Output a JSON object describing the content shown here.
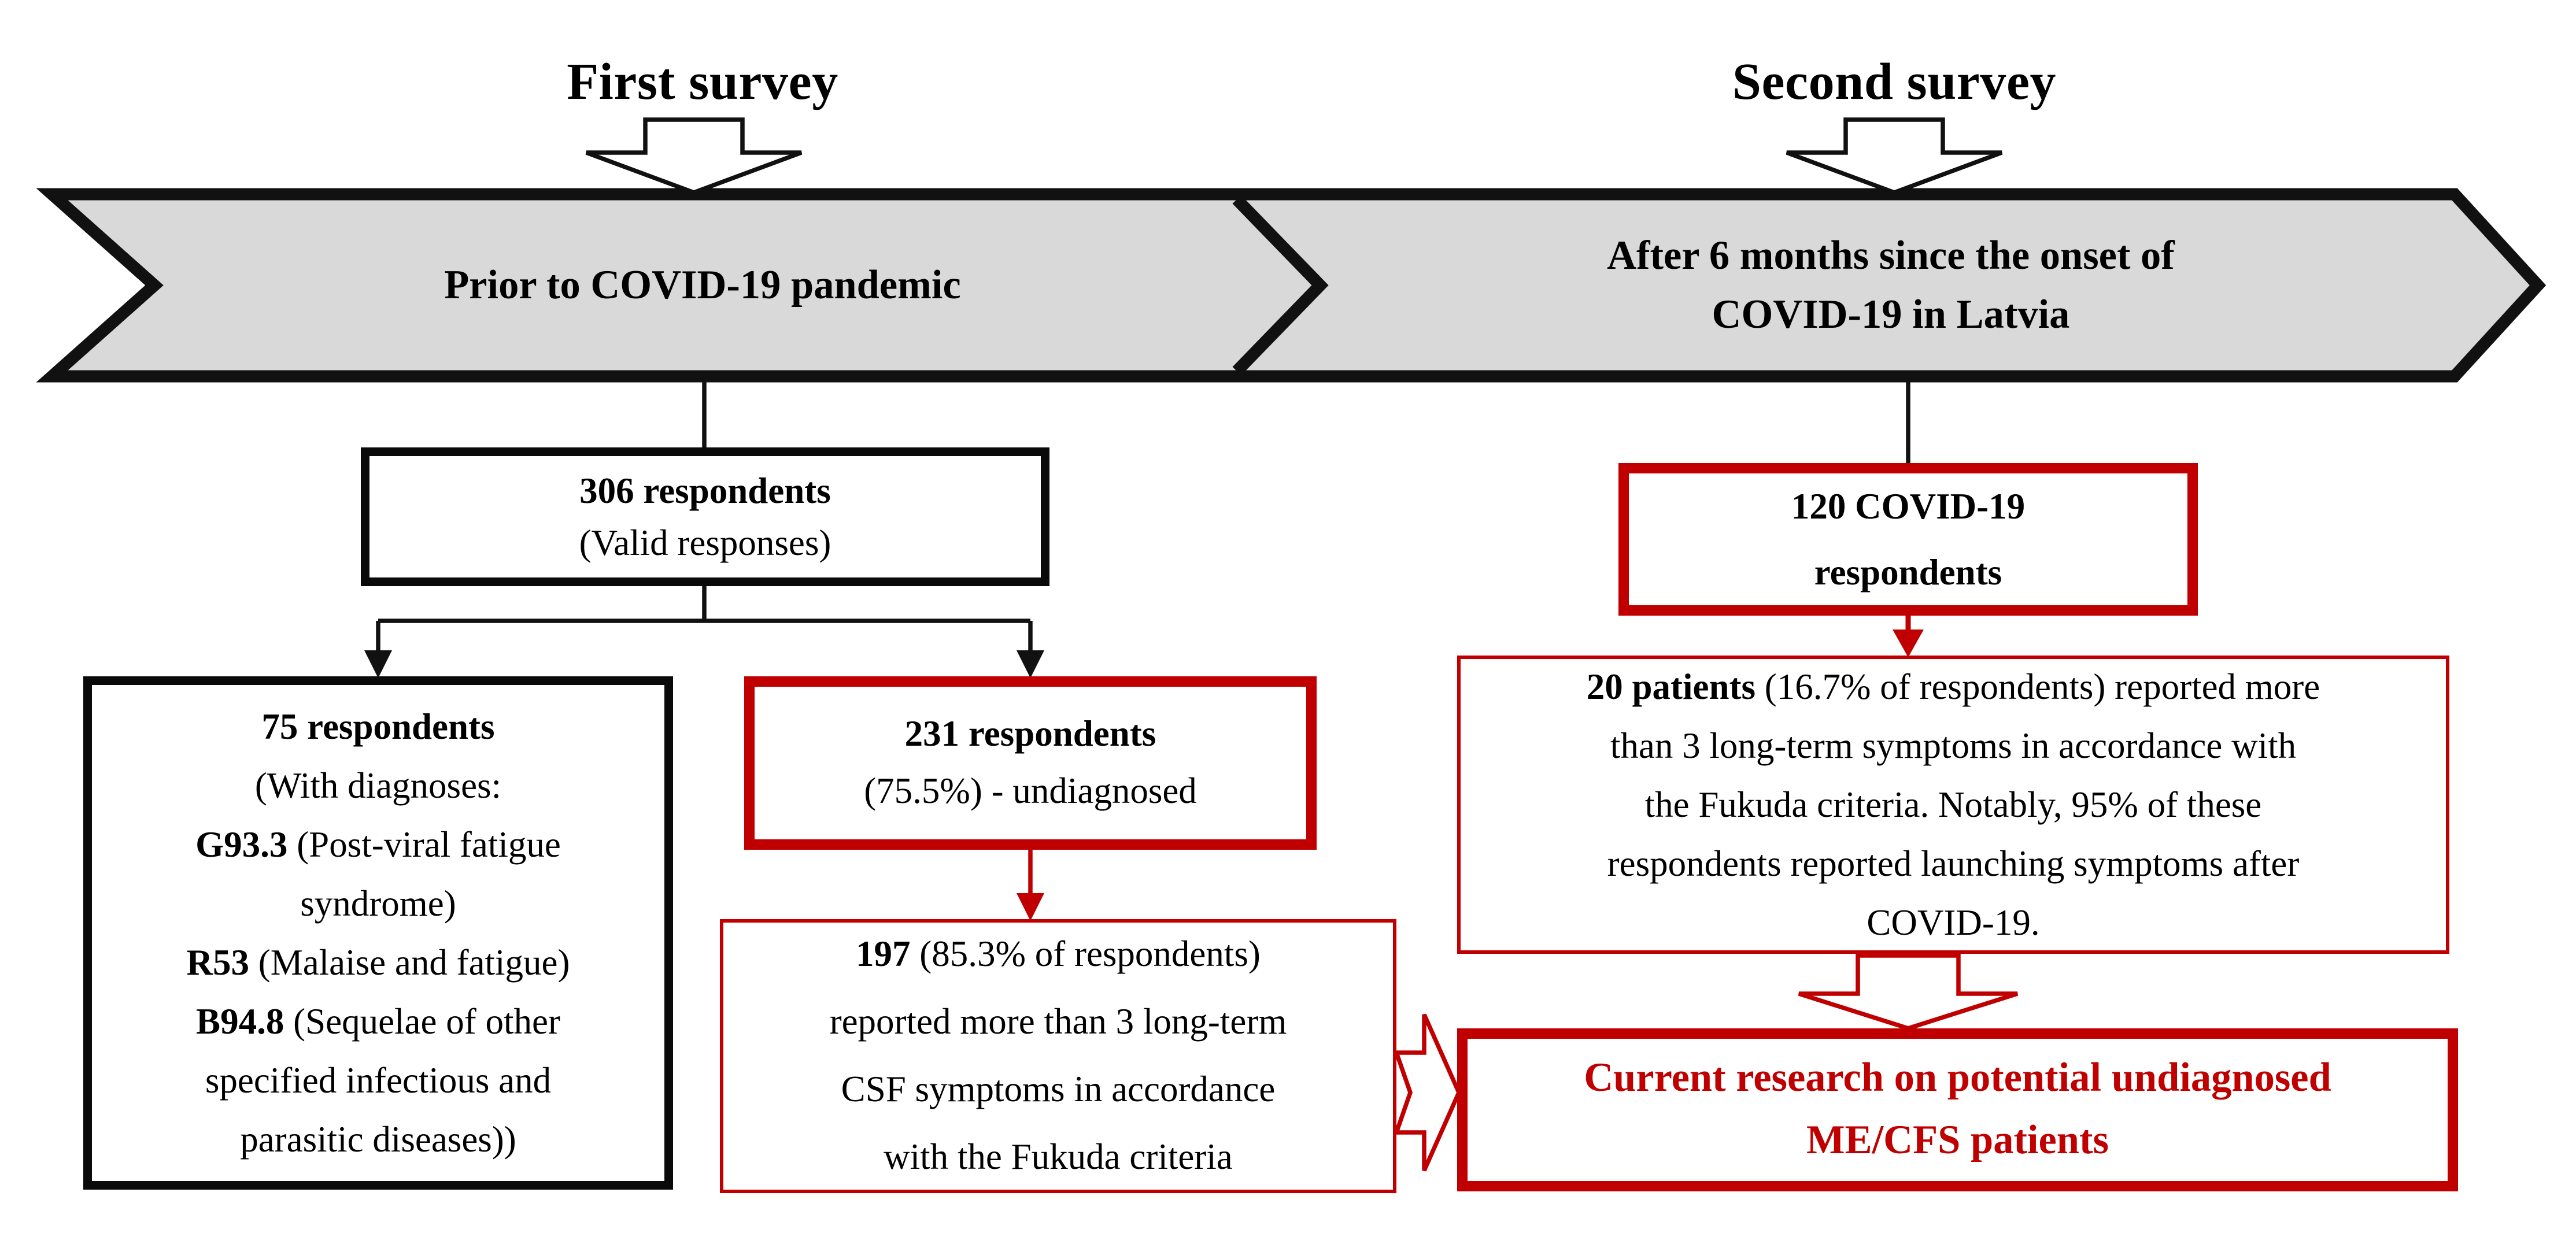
{
  "figure_title": "ME/CFS COVID-19 survey study flowchart",
  "palette": {
    "accent_red": "#C00000",
    "ribbon_gray": "#D9D9D9",
    "line_black": "#111111"
  },
  "timeline": {
    "first_survey_label": "First survey",
    "second_survey_label": "Second survey",
    "banner_left": "Prior to COVID-19 pandemic",
    "banner_right_line1": "After 6 months since the onset of",
    "banner_right_line2": "COVID-19 in Latvia"
  },
  "boxes": {
    "valid_responses": {
      "line1": "306 respondents",
      "line2": "(Valid responses)"
    },
    "diagnosed": {
      "line1": "75 respondents",
      "line2": "(With diagnoses:",
      "line3_code": "G93.3",
      "line3_rest": " (Post-viral fatigue",
      "line4": "syndrome)",
      "line5_code": "R53",
      "line5_rest": " (Malaise and fatigue)",
      "line6_code": "B94.8",
      "line6_rest": " (Sequelae of other",
      "line7": "specified infectious and",
      "line8": "parasitic diseases))"
    },
    "undiagnosed": {
      "line1": "231 respondents",
      "line2": "(75.5%) - undiagnosed"
    },
    "fukuda": {
      "line1_bold": "197",
      "line1_rest": " (85.3% of respondents)",
      "line2": "reported more than 3 long-term",
      "line3": "CSF symptoms in accordance",
      "line4": "with the Fukuda criteria"
    },
    "covid_respondents": {
      "line1": "120 COVID-19",
      "line2": "respondents"
    },
    "long_term_symptoms": {
      "line1_bold": "20 patients",
      "line1_rest": " (16.7% of respondents) reported more",
      "line2": "than 3 long-term symptoms in accordance with",
      "line3": "the Fukuda criteria. Notably, 95% of these",
      "line4": "respondents reported launching symptoms after",
      "line5": "COVID-19."
    },
    "conclusion": {
      "line1": "Current research on potential undiagnosed",
      "line2": "ME/CFS patients"
    }
  }
}
